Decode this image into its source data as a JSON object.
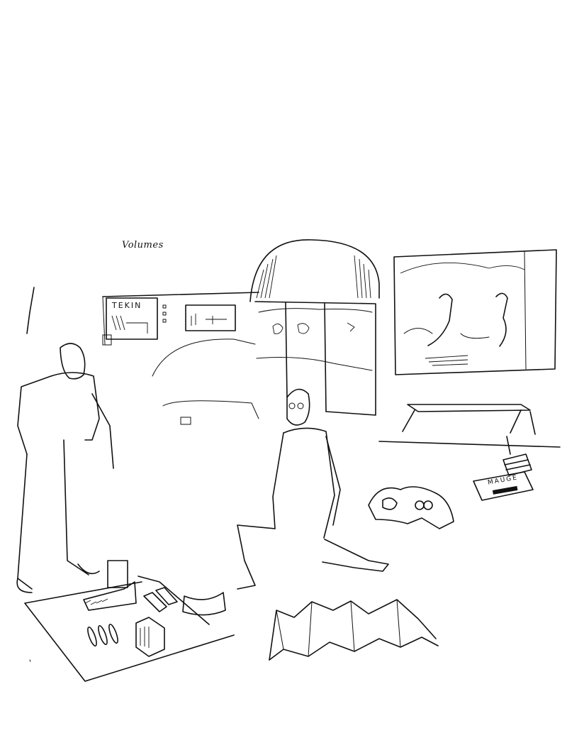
{
  "artwork": {
    "medium": "pen-and-ink line drawing",
    "colors": {
      "ink": "#111111",
      "paper": "#ffffff"
    }
  },
  "labels": {
    "wall_caption": "Volumes",
    "poster_title": "TEKIN",
    "book_cover_title": "MAUGE"
  },
  "scene": {
    "figures": [
      {
        "id": "standing-man",
        "description": "standing man, left"
      },
      {
        "id": "kneeling-man",
        "description": "kneeling man with glasses, center"
      }
    ],
    "objects": [
      "arched-doorway",
      "folding-screen-panels",
      "large-wall-painting",
      "low-bench",
      "stack-of-books",
      "folded-paper-zigzag",
      "floor-platform-with-objects",
      "curved-paper-sheet",
      "cutout-shape"
    ]
  }
}
